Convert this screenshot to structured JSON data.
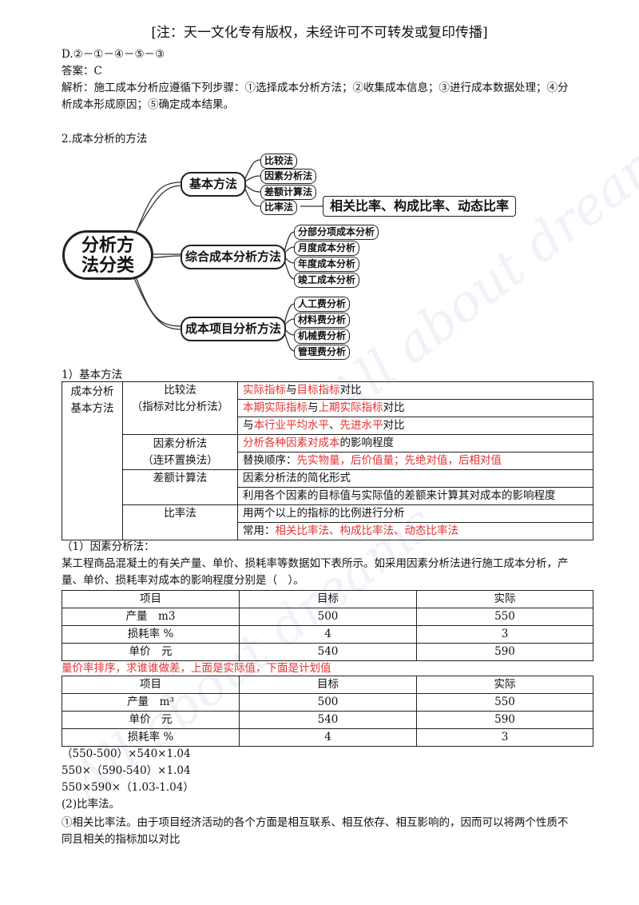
{
  "notice": "[注：天一文化专有版权，未经许可不可转发或复印传播]",
  "watermark": "All about dreams",
  "option_d": "D.②－①－④－⑤－③",
  "answer": "答案：C",
  "analysis_line1": "解析：施工成本分析应遵循下列步骤：①选择成本分析方法；②收集成本信息；③进行成本数据处理；④分",
  "analysis_line2": "析成本形成原因；⑤确定成本结果。",
  "section2": "2.成本分析的方法",
  "mindmap": {
    "root_line1": "分析方",
    "root_line2": "法分类",
    "basic": "基本方法",
    "basic_items": [
      "比较法",
      "因素分析法",
      "差额计算法",
      "比率法"
    ],
    "ratio_detail": "相关比率、构成比率、动态比率",
    "composite": "综合成本分析方法",
    "composite_items": [
      "分部分项成本分析",
      "月度成本分析",
      "年度成本分析",
      "竣工成本分析"
    ],
    "item_method": "成本项目分析方法",
    "item_items": [
      "人工费分析",
      "材料费分析",
      "机械费分析",
      "管理费分析"
    ]
  },
  "sub1": "1）基本方法",
  "basic_table": {
    "col1_a": "成本分析",
    "col1_b": "基本方法",
    "comparison": "比较法",
    "comparison_sub": "（指标对比分析法）",
    "row1_red1": "实际指标",
    "row1_t1": "与",
    "row1_red2": "目标指标",
    "row1_t2": "对比",
    "row2_red1": "本期实际指标",
    "row2_t1": "与",
    "row2_red2": "上期实际指标",
    "row2_t2": "对比",
    "row3_t0": "与",
    "row3_red1": "本行业平均水平",
    "row3_t1": "、",
    "row3_red2": "先进水平",
    "row3_t2": "对比",
    "factor": "因素分析法",
    "factor_sub": "（连环置换法）",
    "row4_red": "分析各种因素对成本",
    "row4_t": "的影响程度",
    "row5_t": "替换顺序：",
    "row5_red": "先实物量，后价值量；先绝对值，后相对值",
    "diff": "差额计算法",
    "row6": "因素分析法的简化形式",
    "row7": "利用各个因素的目标值与实际值的差额来计算其对成本的影响程度",
    "ratio": "比率法",
    "row8": "用两个以上的指标的比例进行分析",
    "row9_t": "常用：",
    "row9_red": "相关比率法、构成比率法、动态比率法"
  },
  "sub_factor": "（1）因素分析法：",
  "question_line1": "某工程商品混凝土的有关产量、单价、损耗率等数据如下表所示。如采用因素分析法进行施工成本分析，产",
  "question_line2": "量、单价、损耗率对成本的影响程度分别是（　）。",
  "table1": {
    "headers": [
      "项目",
      "目标",
      "实际"
    ],
    "rows": [
      [
        "产量　m3",
        "500",
        "550"
      ],
      [
        "损耗率 %",
        "4",
        "3"
      ],
      [
        "单价　元",
        "540",
        "590"
      ]
    ]
  },
  "red_note": "量价率排序，求谁谁做差，上面是实际值，下面是计划值",
  "table2": {
    "headers": [
      "项目",
      "目标",
      "实际"
    ],
    "rows": [
      [
        "产量　m³",
        "500",
        "550"
      ],
      [
        "单价　元",
        "540",
        "590"
      ],
      [
        "损耗率 %",
        "4",
        "3"
      ]
    ]
  },
  "calc1": "（550-500）×540×1.04",
  "calc2": "550×（590-540）×1.04",
  "calc3": "550×590×（1.03-1.04）",
  "sub_ratio": "(2)比率法。",
  "ratio_line1": "①相关比率法。由于项目经济活动的各个方面是相互联系、相互依存、相互影响的，因而可以将两个性质不",
  "ratio_line2": "同且相关的指标加以对比"
}
